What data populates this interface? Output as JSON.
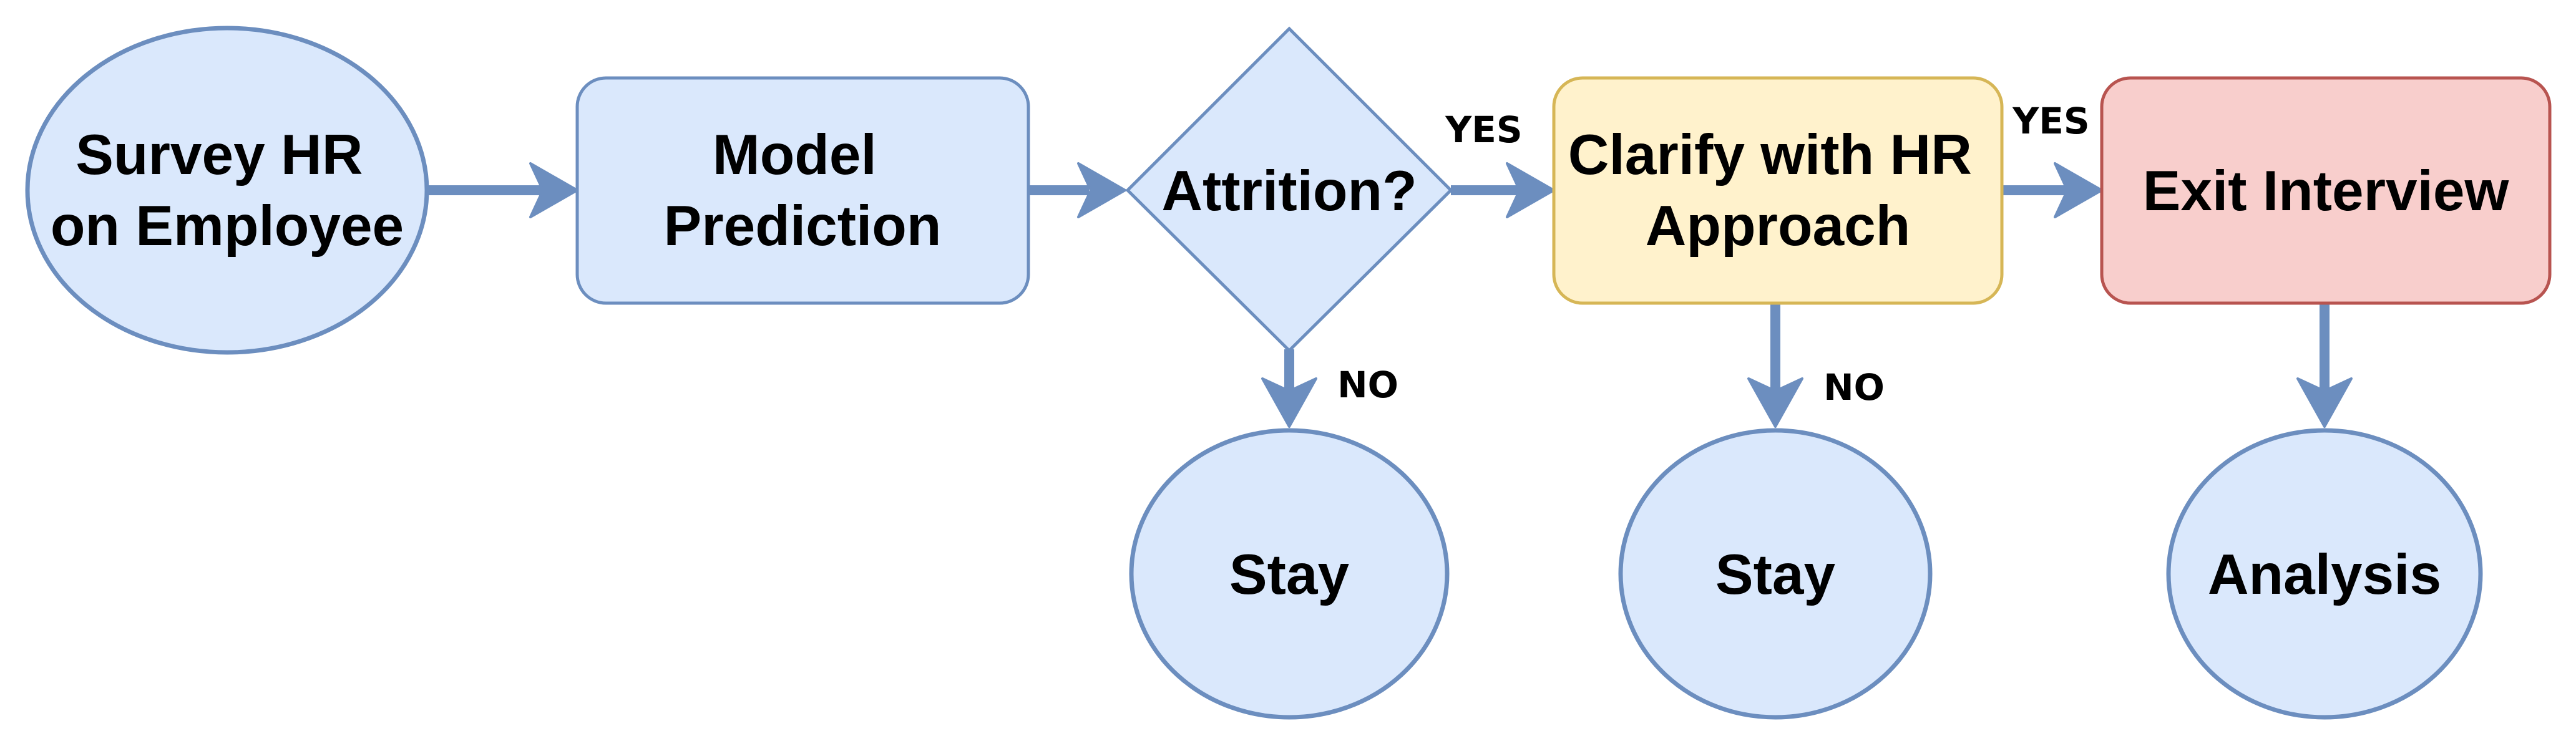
{
  "colors": {
    "blue_fill": "#dae8fc",
    "blue_stroke": "#6c8ebf",
    "yellow_fill": "#fff2cc",
    "yellow_stroke": "#d6b656",
    "red_fill": "#f8cecc",
    "red_stroke": "#b85450",
    "text": "#000000"
  },
  "nodes": {
    "survey": {
      "line1": "Survey HR",
      "line2": "on Employee"
    },
    "model": {
      "line1": "Model",
      "line2": "Prediction"
    },
    "attrition": {
      "label": "Attrition?"
    },
    "clarify": {
      "line1": "Clarify with HR",
      "line2": "Approach"
    },
    "exit_interview": {
      "label": "Exit Interview"
    },
    "stay_1": {
      "label": "Stay"
    },
    "stay_2": {
      "label": "Stay"
    },
    "analysis": {
      "label": "Analysis"
    }
  },
  "edges": {
    "attrition_yes": "YES",
    "attrition_no": "NO",
    "clarify_yes": "YES",
    "clarify_no": "NO"
  }
}
